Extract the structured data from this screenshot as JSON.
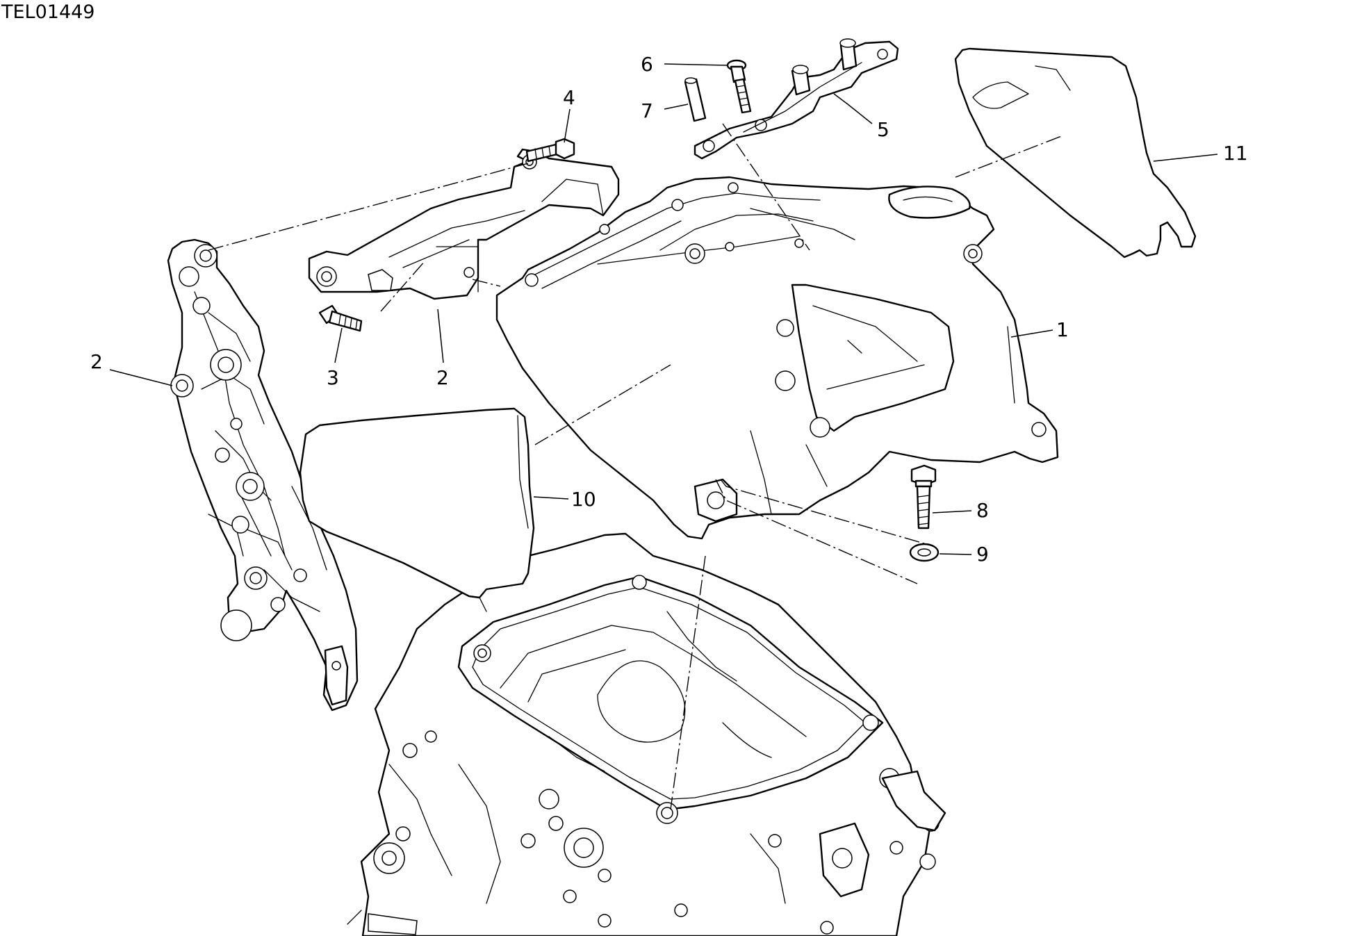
{
  "drawing_code": "TEL01449",
  "callouts": [
    {
      "id": "1",
      "label": "1"
    },
    {
      "id": "2a",
      "label": "2"
    },
    {
      "id": "2b",
      "label": "2"
    },
    {
      "id": "3",
      "label": "3"
    },
    {
      "id": "4",
      "label": "4"
    },
    {
      "id": "5",
      "label": "5"
    },
    {
      "id": "6",
      "label": "6"
    },
    {
      "id": "7",
      "label": "7"
    },
    {
      "id": "8",
      "label": "8"
    },
    {
      "id": "9",
      "label": "9"
    },
    {
      "id": "10",
      "label": "10"
    },
    {
      "id": "11",
      "label": "11"
    }
  ]
}
